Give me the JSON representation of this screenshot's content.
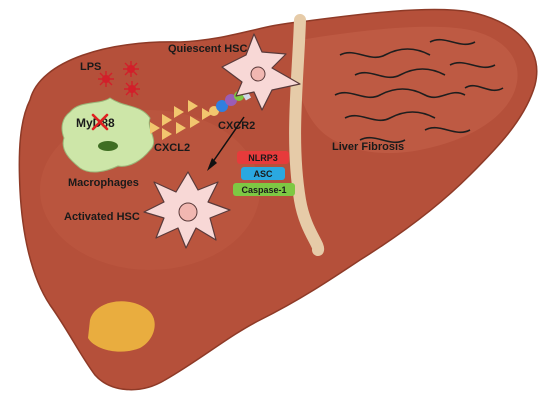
{
  "labels": {
    "lps": "LPS",
    "quiescent_hsc": "Quiescent HSC",
    "myd88": "MyD88",
    "cxcr2": "CXCR2",
    "cxcl2": "CXCL2",
    "macrophages": "Macrophages",
    "liver_fibrosis": "Liver Fibrosis",
    "nlrp3": "NLRP3",
    "asc": "ASC",
    "caspase1": "Caspase-1",
    "activated_hsc": "Activated HSC"
  },
  "icons": [
    "liver-icon",
    "lps-icon",
    "macrophage-icon",
    "quiescent-hsc-icon",
    "activated-hsc-icon",
    "cxcl2-icon",
    "cxcr2-receptor-icon",
    "arrow-icon",
    "gallbladder-icon",
    "knockout-cross-icon"
  ],
  "colors": {
    "liver": "#b5503a",
    "liver_light": "#c8694f",
    "ligament": "#e6cba8",
    "macrophage": "#cde6a8",
    "hsc": "#f8d8d6",
    "lps": "#d21f2a",
    "cxcl2": "#f2c66e",
    "nlrp3": "#e63b3b",
    "asc": "#2aa8e0",
    "caspase1": "#7ec843",
    "gallbladder": "#e9ad3f"
  }
}
